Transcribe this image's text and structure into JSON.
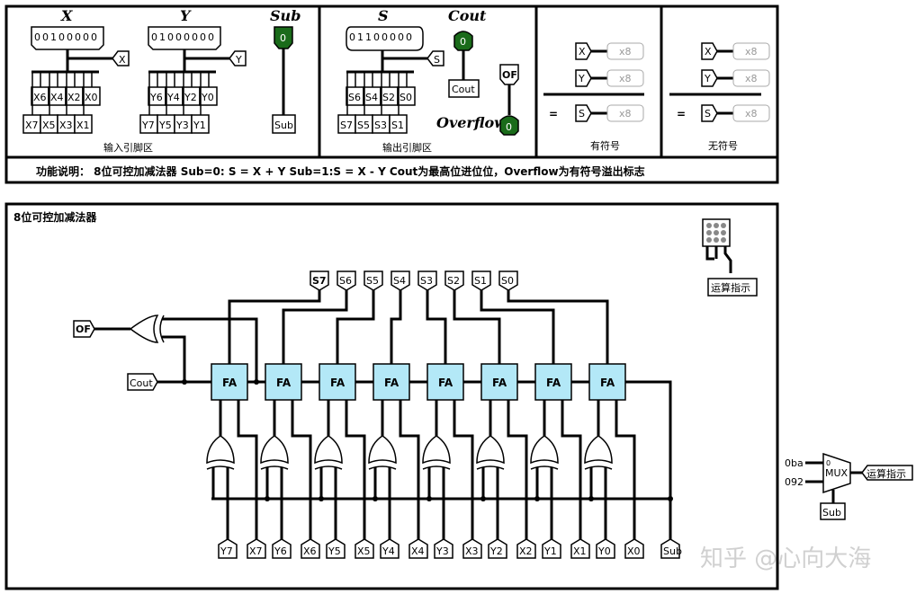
{
  "input_panel": {
    "x_title": "X",
    "y_title": "Y",
    "sub_title": "Sub",
    "x_value": "00100000",
    "y_value": "01000000",
    "sub_value": "0",
    "x_tunnel": "X",
    "y_tunnel": "Y",
    "sub_pin": "Sub",
    "x_pins_top": [
      "X6",
      "X4",
      "X2",
      "X0"
    ],
    "x_pins_bottom": [
      "X7",
      "X5",
      "X3",
      "X1"
    ],
    "y_pins_top": [
      "Y6",
      "Y4",
      "Y2",
      "Y0"
    ],
    "y_pins_bottom": [
      "Y7",
      "Y5",
      "Y3",
      "Y1"
    ],
    "caption": "输入引脚区"
  },
  "output_panel": {
    "s_title": "S",
    "cout_title": "Cout",
    "overflow_title": "Overflow",
    "s_value": "01100000",
    "cout_value": "0",
    "overflow_value": "0",
    "s_tunnel": "S",
    "cout_pin": "Cout",
    "of_pin": "OF",
    "s_pins_top": [
      "S6",
      "S4",
      "S2",
      "S0"
    ],
    "s_pins_bottom": [
      "S7",
      "S5",
      "S3",
      "S1"
    ],
    "caption": "输出引脚区"
  },
  "signed_panel": {
    "rows": [
      {
        "tunnel": "X",
        "probe": "x8"
      },
      {
        "tunnel": "Y",
        "probe": "x8"
      },
      {
        "tunnel": "S",
        "probe": "x8"
      }
    ],
    "equals": "=",
    "caption": "有符号"
  },
  "unsigned_panel": {
    "rows": [
      {
        "tunnel": "X",
        "probe": "x8"
      },
      {
        "tunnel": "Y",
        "probe": "x8"
      },
      {
        "tunnel": "S",
        "probe": "x8"
      }
    ],
    "equals": "=",
    "caption": "无符号"
  },
  "description": "功能说明：  8位可控加减法器    Sub=0: S = X + Y  Sub=1:S = X - Y   Cout为最高位进位位，Overflow为有符号溢出标志",
  "circuit": {
    "title": "8位可控加减法器",
    "fa_label": "FA",
    "sum_pins": [
      "S7",
      "S6",
      "S5",
      "S4",
      "S3",
      "S2",
      "S1",
      "S0"
    ],
    "bottom_pins": [
      "Y7",
      "X7",
      "Y6",
      "X6",
      "Y5",
      "X5",
      "Y4",
      "X4",
      "Y3",
      "X3",
      "Y2",
      "X2",
      "Y1",
      "X1",
      "Y0",
      "X0",
      "Sub"
    ],
    "of_pin": "OF",
    "cout_pin": "Cout",
    "display_label": "运算指示",
    "mux": {
      "label": "MUX",
      "in0": "0ba",
      "in1": "092",
      "sel_pin": "Sub",
      "out": "运算指示",
      "sel0_mark": "0"
    }
  },
  "watermark": "知乎 @心向大海",
  "colors": {
    "fa_fill": "#b3e8f7",
    "led_on": "#1a6b1a"
  }
}
